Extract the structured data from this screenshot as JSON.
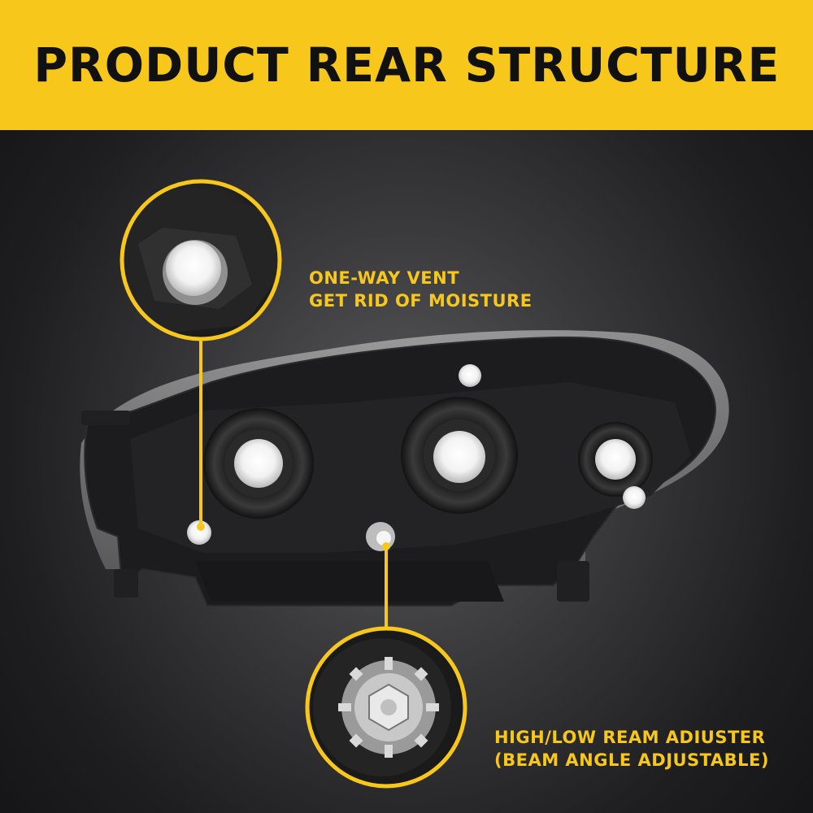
{
  "header": {
    "title": "PRODUCT REAR STRUCTURE"
  },
  "callouts": {
    "vent": {
      "line1": "ONE-WAY VENT",
      "line2": "GET RID OF MOISTURE"
    },
    "adjuster": {
      "line1": "HIGH/LOW REAM ADIUSTER",
      "line2": "(BEAM ANGLE ADJUSTABLE)"
    }
  },
  "colors": {
    "accent": "#f7c81b",
    "header_text": "#111111",
    "housing": "#1c1c1e"
  },
  "icons": [
    "vent-cap-icon",
    "adjuster-gear-icon"
  ]
}
